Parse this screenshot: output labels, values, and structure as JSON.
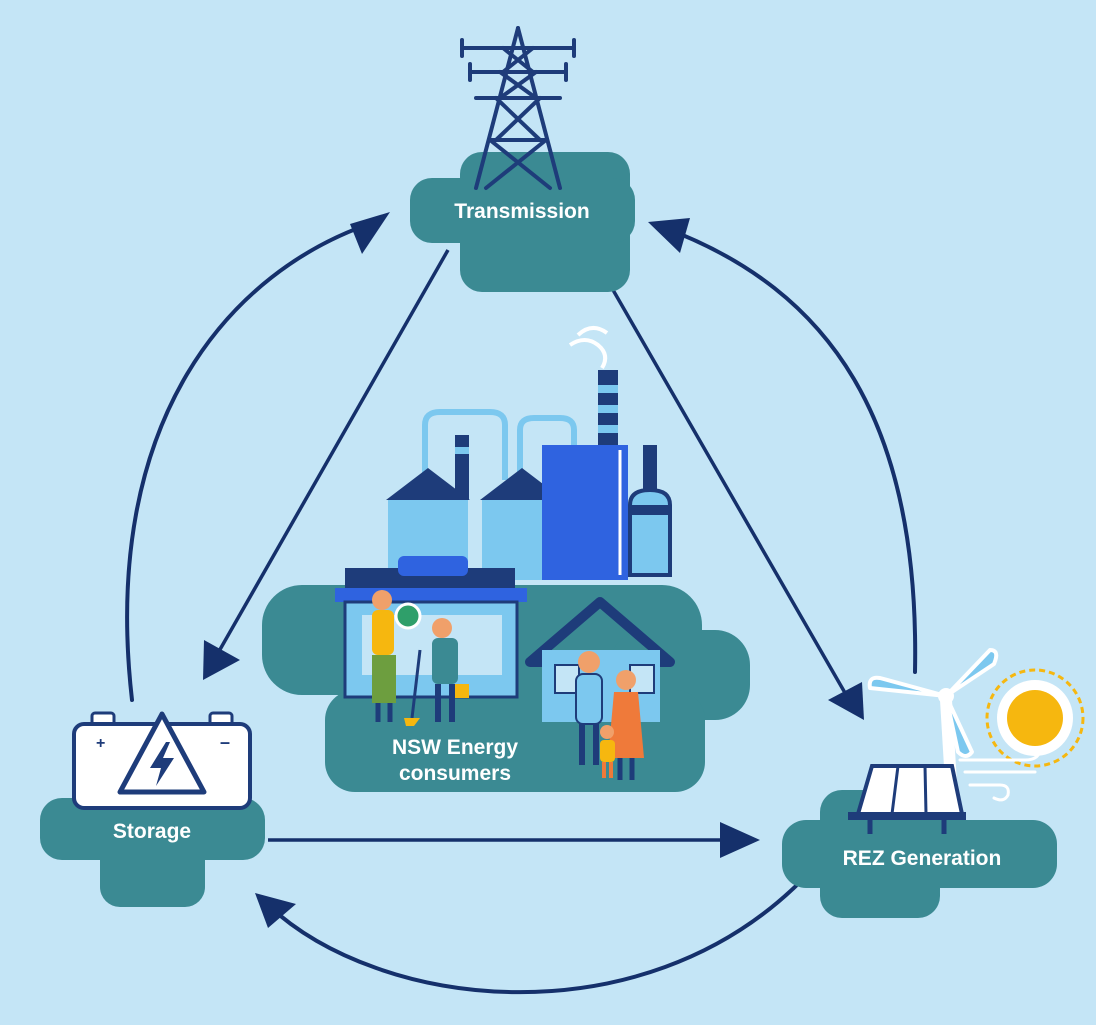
{
  "colors": {
    "background": "#c4e5f6",
    "node_fill": "#3b8a93",
    "arrow": "#15306b",
    "building_light": "#7cc8ef",
    "building_dark": "#1e3c7a",
    "accent_blue": "#2f63e0",
    "sun": "#f6b70f"
  },
  "nodes": {
    "transmission": {
      "label": "Transmission",
      "icon": "transmission-tower-icon"
    },
    "storage": {
      "label": "Storage",
      "icon": "battery-icon"
    },
    "generation": {
      "label": "REZ Generation",
      "icon": "wind-solar-icon"
    },
    "consumers": {
      "label_line1": "NSW Energy",
      "label_line2": "consumers",
      "icon": "industry-homes-people-icon"
    }
  }
}
